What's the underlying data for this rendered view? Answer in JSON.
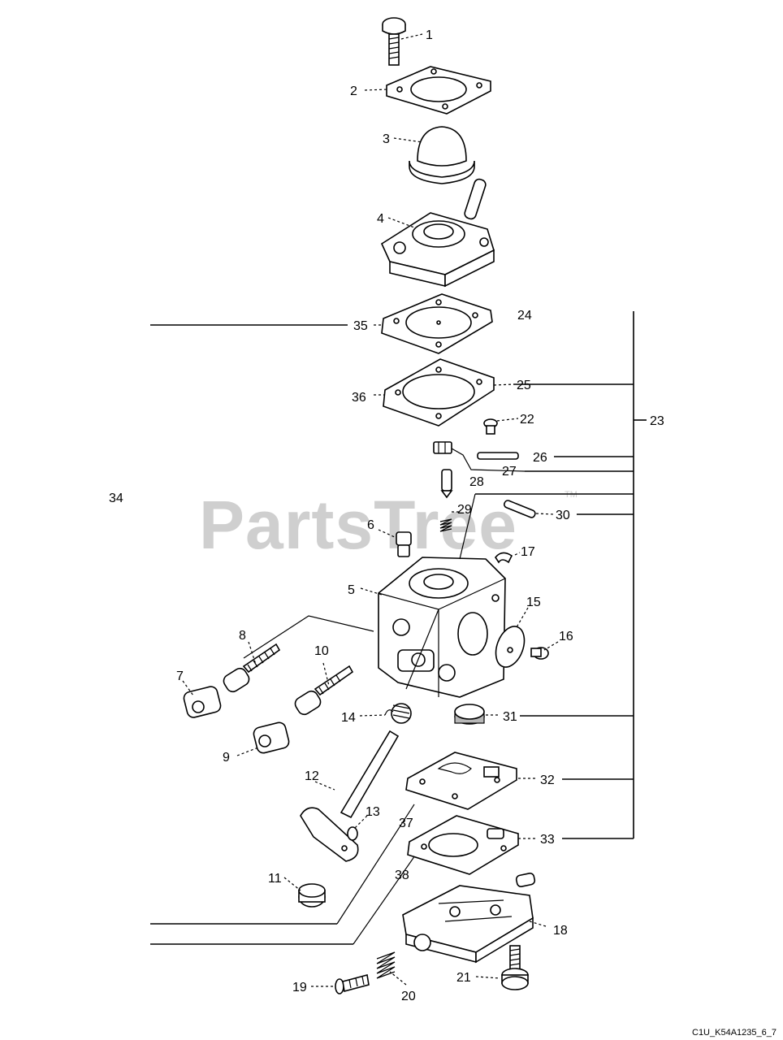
{
  "labels": {
    "p1": "1",
    "p2": "2",
    "p3": "3",
    "p4": "4",
    "p5": "5",
    "p6": "6",
    "p7": "7",
    "p8": "8",
    "p9": "9",
    "p10": "10",
    "p11": "11",
    "p12": "12",
    "p13": "13",
    "p14": "14",
    "p15": "15",
    "p16": "16",
    "p17": "17",
    "p18": "18",
    "p19": "19",
    "p20": "20",
    "p21": "21",
    "p22": "22",
    "p23": "23",
    "p24": "24",
    "p25": "25",
    "p26": "26",
    "p27": "27",
    "p28": "28",
    "p29": "29",
    "p30": "30",
    "p31": "31",
    "p32": "32",
    "p33": "33",
    "p34": "34",
    "p35": "35",
    "p36": "36",
    "p37": "37",
    "p38": "38"
  },
  "watermark": {
    "text": "PartsTree",
    "trademark": "TM"
  },
  "diagram_code": "C1U_K54A1235_6_7"
}
